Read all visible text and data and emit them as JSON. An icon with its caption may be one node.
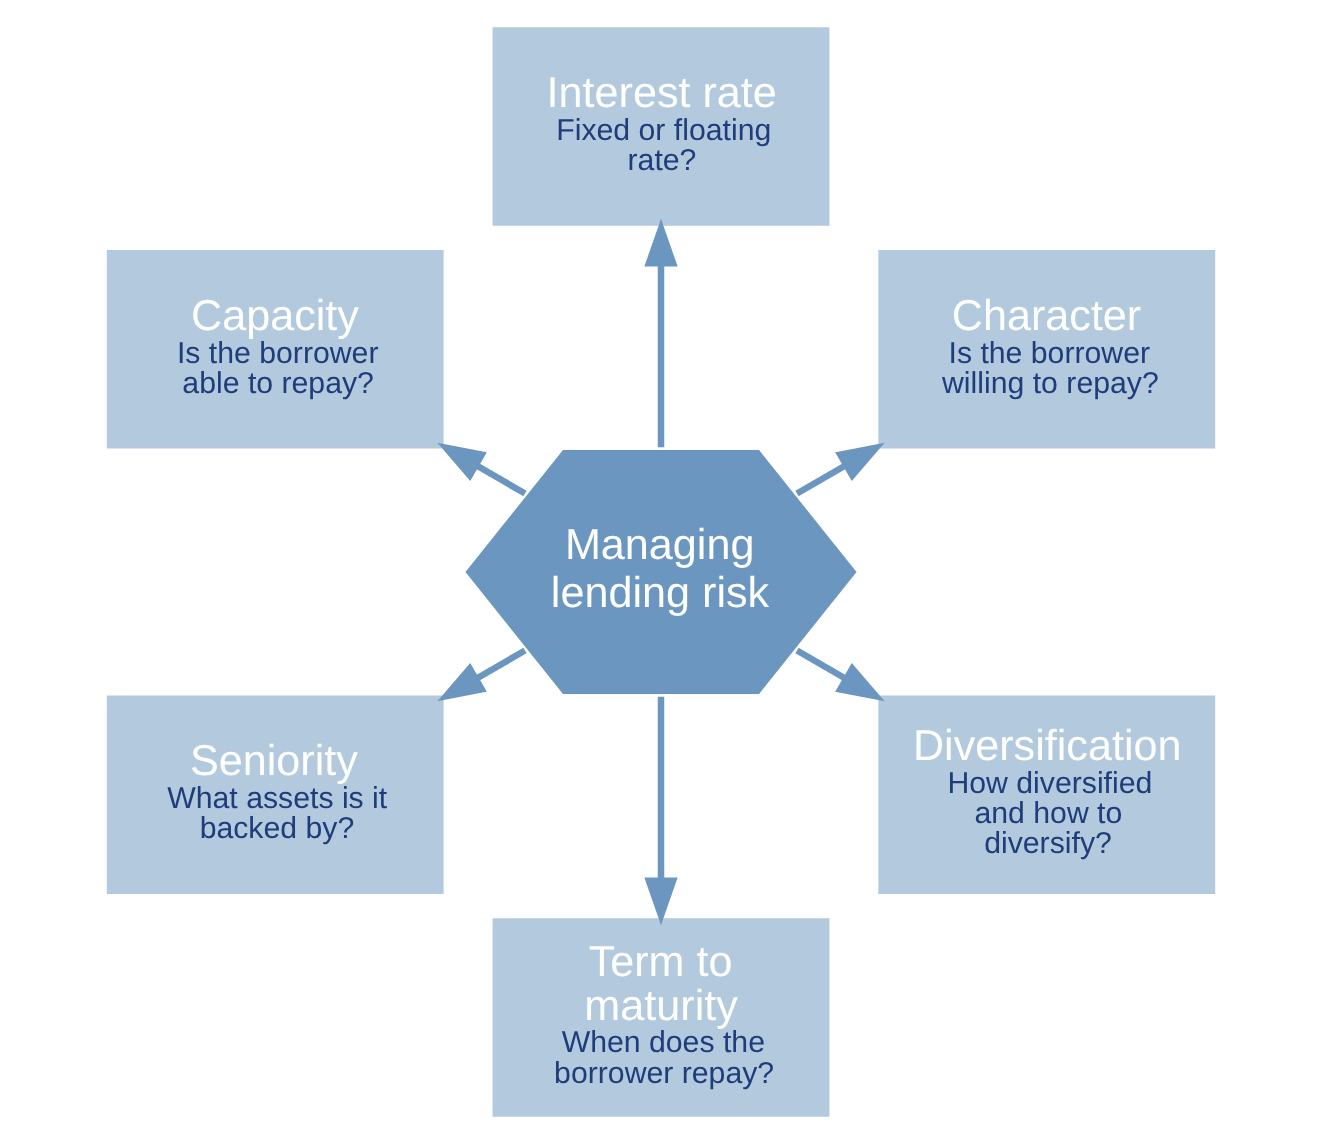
{
  "diagram": {
    "nodes": [
      {
        "text": [
          "Character",
          "Is the borrower willing to repay?"
        ]
      },
      {
        "text": [
          "Interest rate",
          "Fixed or floating rate?"
        ]
      },
      {
        "text": [
          "Capacity",
          "Is the borrower able to repay?"
        ]
      },
      {
        "text": [
          "Managing lending risk"
        ]
      },
      {
        "text": [
          "Seniority",
          "What assets is it backed by?"
        ]
      },
      {
        "text": [
          "Term to maturity",
          "When does the borrower repay?"
        ]
      },
      {
        "text": [
          "Diversification",
          "How diversified and how to diversify?"
        ]
      }
    ],
    "edges": [
      {
        "from": 3,
        "to": 0,
        "arrow": "to"
      },
      {
        "from": 3,
        "to": 2,
        "arrow": "to"
      },
      {
        "from": 3,
        "to": 5,
        "arrow": "to"
      },
      {
        "from": 3,
        "to": 6,
        "arrow": "to"
      },
      {
        "from": 3,
        "to": 4,
        "arrow": "to"
      },
      {
        "from": 3,
        "to": 1,
        "arrow": "to"
      }
    ]
  }
}
